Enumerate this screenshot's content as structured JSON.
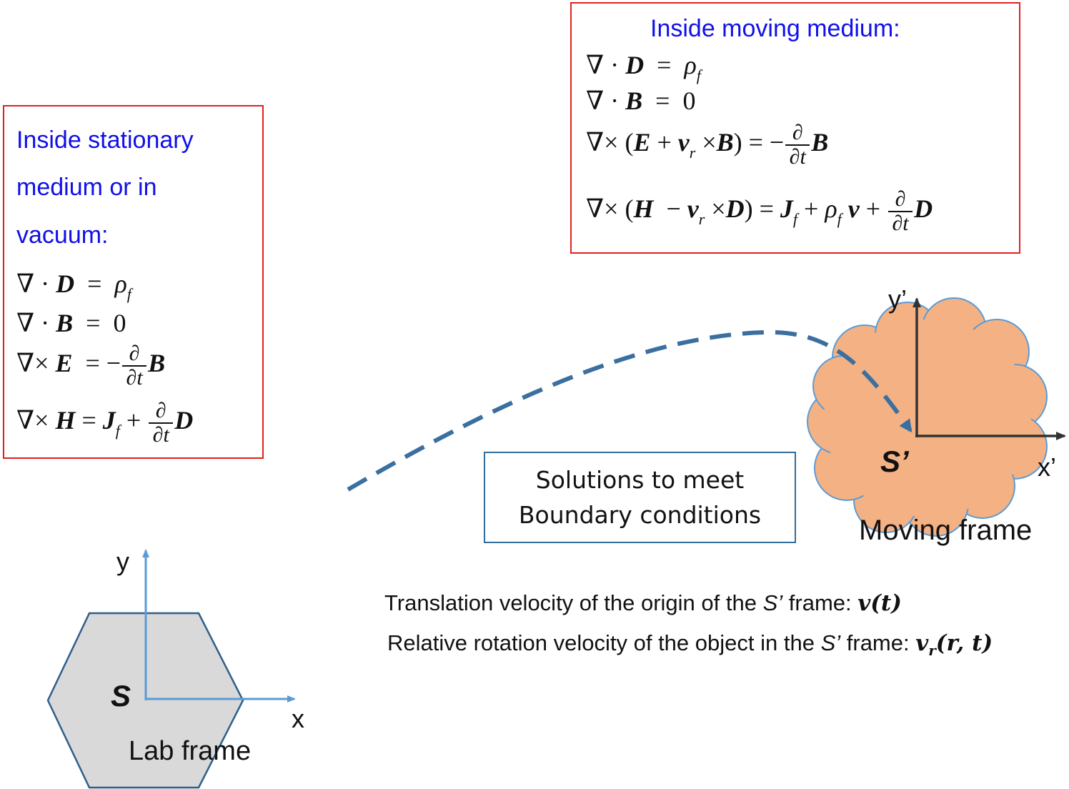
{
  "stationary_box": {
    "heading_lines": [
      "Inside stationary",
      "medium or in",
      "vacuum:"
    ]
  },
  "moving_box": {
    "heading": "Inside moving medium:"
  },
  "boundary_box": {
    "lines": [
      "Solutions to meet",
      "Boundary conditions"
    ]
  },
  "lab_frame": {
    "frame_symbol": "S",
    "caption": "Lab frame",
    "x_label": "x",
    "y_label": "y"
  },
  "moving_frame": {
    "frame_symbol": "S’",
    "caption": "Moving frame",
    "x_label": "x’",
    "y_label": "y’"
  },
  "notes": {
    "translation": {
      "prefix": "Translation velocity of the origin of the ",
      "frame": "S’",
      "suffix": " frame: ",
      "math": "v(t)"
    },
    "rotation": {
      "prefix": "Relative rotation velocity of the object in the ",
      "frame": "S’",
      "suffix": " frame: ",
      "math_v": "v",
      "math_sub": "r",
      "math_args": "(r, t)"
    }
  },
  "colors": {
    "box_border": "#e0201e",
    "heading_text": "#1010e8",
    "arrow_blue": "#5b9bd5",
    "trajectory": "#3a6fa0",
    "hexagon_fill": "#d9d9d9",
    "hexagon_stroke": "#2f5f8a",
    "cloud_fill": "#f4b183",
    "cloud_stroke": "#5b9bd5"
  }
}
